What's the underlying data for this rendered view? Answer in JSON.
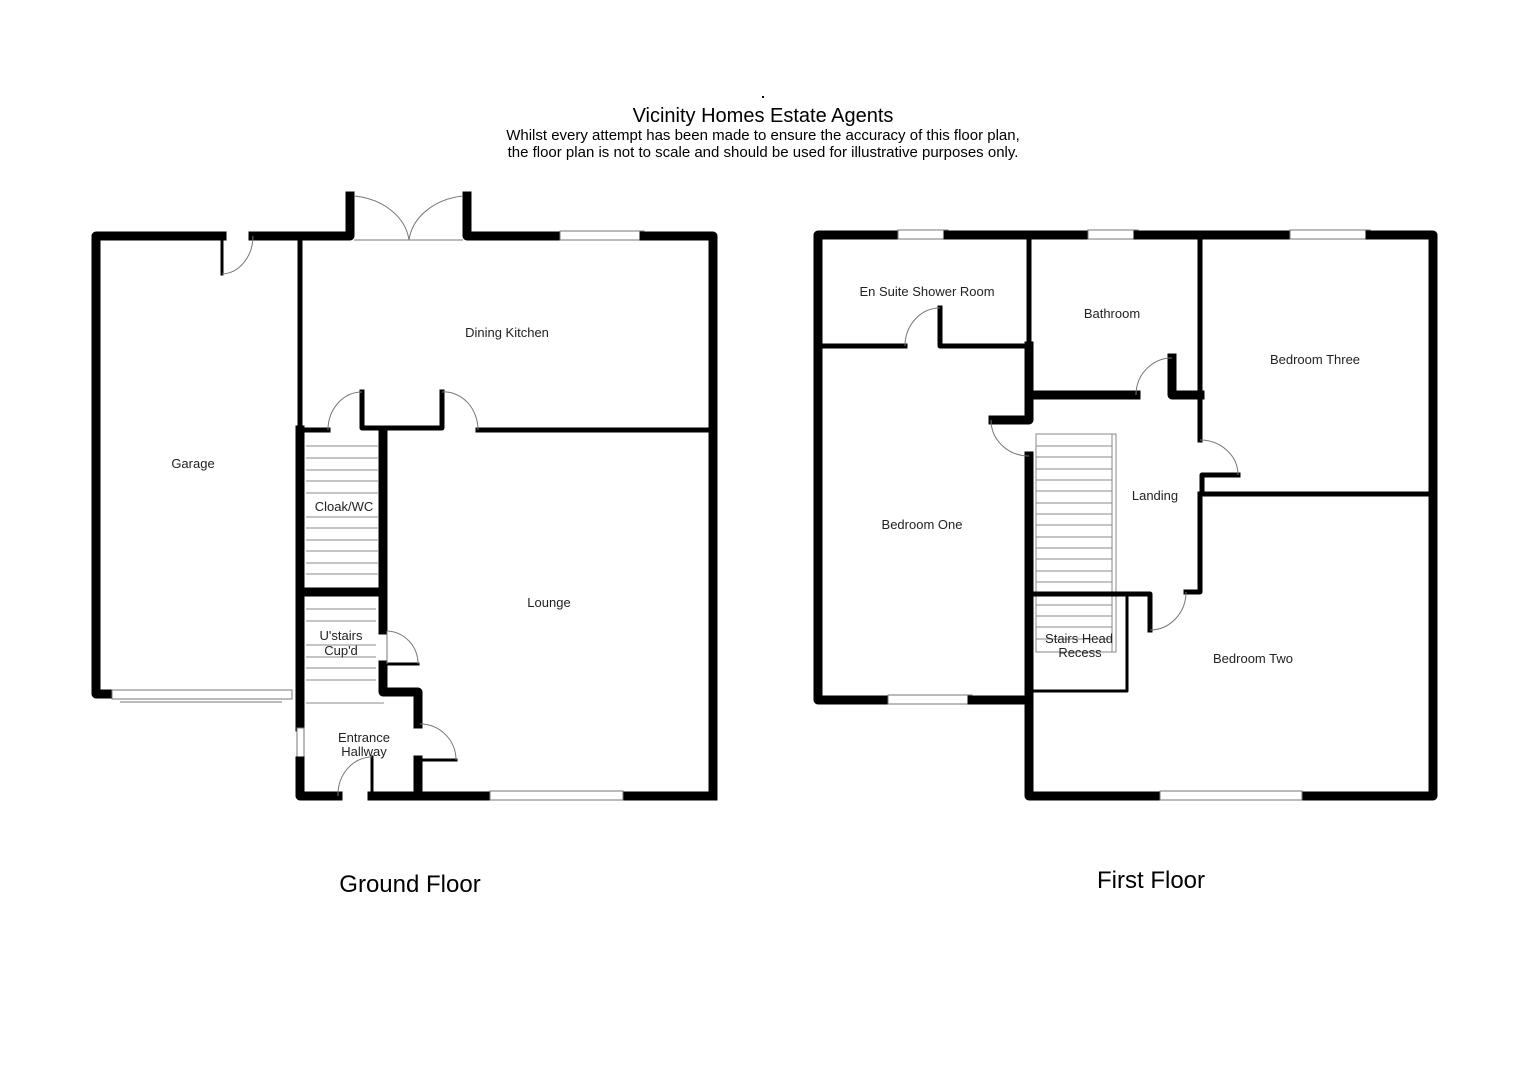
{
  "header": {
    "title": "Vicinity Homes Estate Agents",
    "disclaimer_line1": "Whilst every attempt has been made to ensure the accuracy of this floor plan,",
    "disclaimer_line2": "the floor plan is not to scale and should be used for illustrative purposes only."
  },
  "ground_floor": {
    "label": "Ground Floor",
    "rooms": {
      "garage": "Garage",
      "dining_kitchen": "Dining Kitchen",
      "cloak_wc": "Cloak/WC",
      "lounge": "Lounge",
      "ustairs_line1": "U'stairs",
      "ustairs_line2": "Cup'd",
      "entrance_line1": "Entrance",
      "entrance_line2": "Hallway"
    }
  },
  "first_floor": {
    "label": "First Floor",
    "rooms": {
      "en_suite": "En Suite Shower Room",
      "bathroom": "Bathroom",
      "bedroom_three": "Bedroom Three",
      "bedroom_one": "Bedroom One",
      "landing": "Landing",
      "stairs_head_line1": "Stairs Head",
      "stairs_head_line2": "Recess",
      "bedroom_two": "Bedroom Two"
    }
  },
  "colors": {
    "wall": "#000000",
    "background": "#ffffff",
    "fixture_line": "#777777"
  }
}
